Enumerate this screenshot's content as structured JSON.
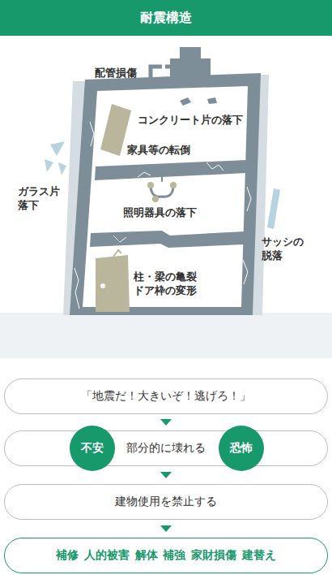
{
  "diagram": {
    "title": "耐震構造",
    "nodes": [
      {
        "text": [
          "「地震だ！大きいぞ！逃げろ！」"
        ]
      },
      {
        "text": [
          "部分的に壊れる"
        ]
      },
      {
        "text": [
          "不安"
        ],
        "in": 1
      },
      {
        "text": [
          "恐怖"
        ],
        "in": 1
      },
      {
        "text": [
          "建物使用を禁止する"
        ]
      },
      {
        "text": [
          "補修 人的被害 解体 補強 家財損傷 建替え"
        ]
      }
    ],
    "edges": [
      {
        "from": 0,
        "to": 1,
        "arrow": "to"
      },
      {
        "from": 1,
        "to": 4,
        "arrow": "to"
      },
      {
        "from": 4,
        "to": 5,
        "arrow": "to"
      }
    ],
    "labels": [
      "配管損傷",
      "コンクリート片の落下",
      "家具等の転倒",
      "ガラス片 落下",
      "照明器具の落下",
      "サッシの 脱落",
      "柱・梁の亀裂 ドア枠の変形"
    ]
  }
}
